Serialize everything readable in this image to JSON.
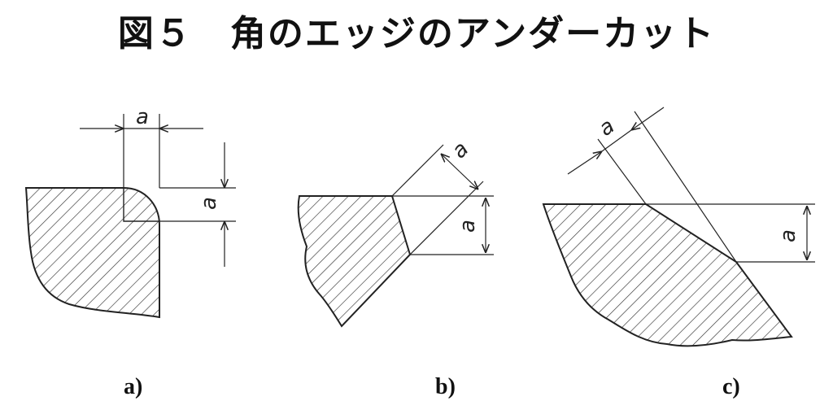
{
  "title": "図５　角のエッジのアンダーカット",
  "dimension_label": "a",
  "figures": [
    {
      "caption": "a)"
    },
    {
      "caption": "b)"
    },
    {
      "caption": "c)"
    }
  ],
  "colors": {
    "line": "#222222",
    "background": "#ffffff"
  }
}
